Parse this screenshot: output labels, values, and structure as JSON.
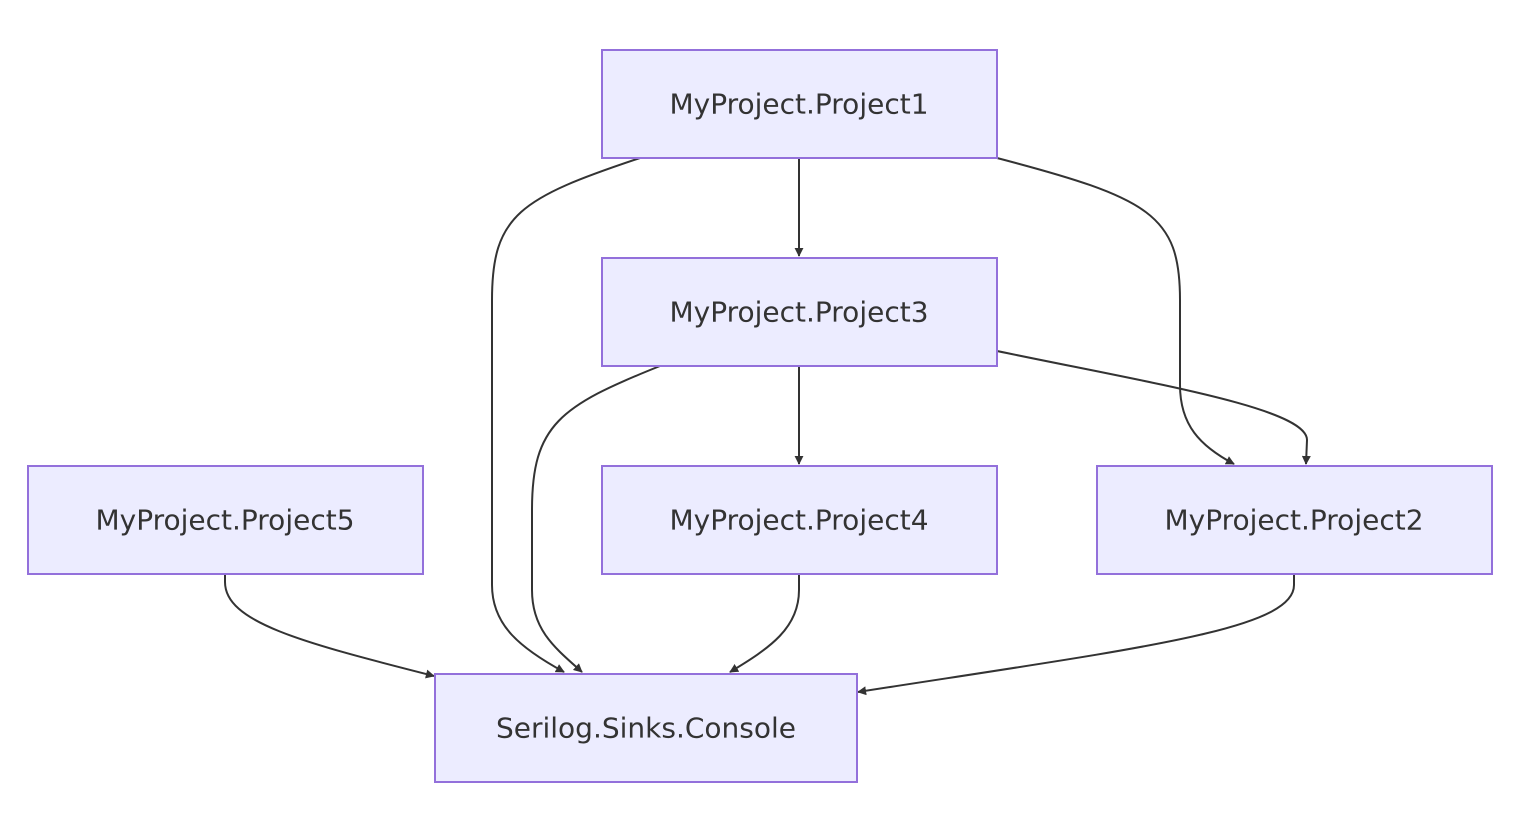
{
  "diagram": {
    "type": "flowchart",
    "colors": {
      "node_fill": "#ECECFF",
      "node_stroke": "#9370DB",
      "edge": "#333333",
      "text": "#333333"
    },
    "nodes": [
      {
        "id": "p1",
        "label": "MyProject.Project1"
      },
      {
        "id": "p3",
        "label": "MyProject.Project3"
      },
      {
        "id": "p5",
        "label": "MyProject.Project5"
      },
      {
        "id": "p4",
        "label": "MyProject.Project4"
      },
      {
        "id": "p2",
        "label": "MyProject.Project2"
      },
      {
        "id": "console",
        "label": "Serilog.Sinks.Console"
      }
    ],
    "edges": [
      {
        "from": "p1",
        "to": "p3"
      },
      {
        "from": "p1",
        "to": "console"
      },
      {
        "from": "p1",
        "to": "p2"
      },
      {
        "from": "p3",
        "to": "p4"
      },
      {
        "from": "p3",
        "to": "console"
      },
      {
        "from": "p3",
        "to": "p2"
      },
      {
        "from": "p5",
        "to": "console"
      },
      {
        "from": "p4",
        "to": "console"
      },
      {
        "from": "p2",
        "to": "console"
      }
    ]
  }
}
